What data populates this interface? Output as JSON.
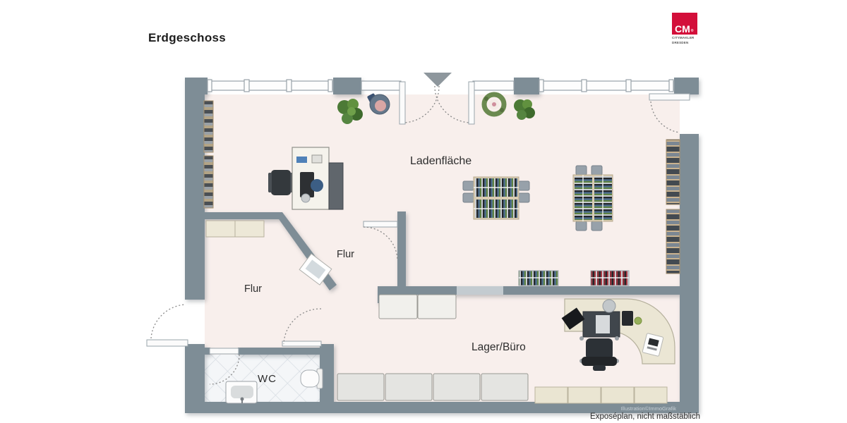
{
  "header": {
    "title": "Erdgeschoss"
  },
  "logo": {
    "abbr": "CM",
    "mark": "®",
    "line1": "CITYMAKLER",
    "line2": "DRESDEN",
    "brand_color": "#d30f3a"
  },
  "rooms": {
    "shop": {
      "label": "Ladenfläche"
    },
    "hall_a": {
      "label": "Flur"
    },
    "hall_b": {
      "label": "Flur"
    },
    "storage": {
      "label": "Lager/Büro"
    },
    "wc": {
      "label": "WC"
    }
  },
  "footer": {
    "credit": "Illustration©ImmoGrafik",
    "note": "Exposéplan, nicht maßstäblich"
  },
  "colors": {
    "wall": "#7e8d96",
    "floor": "#f8efec",
    "brand_red": "#d30f3a",
    "furniture_cream": "#ebe6d4",
    "rack_wood": "#d9ccb2"
  }
}
